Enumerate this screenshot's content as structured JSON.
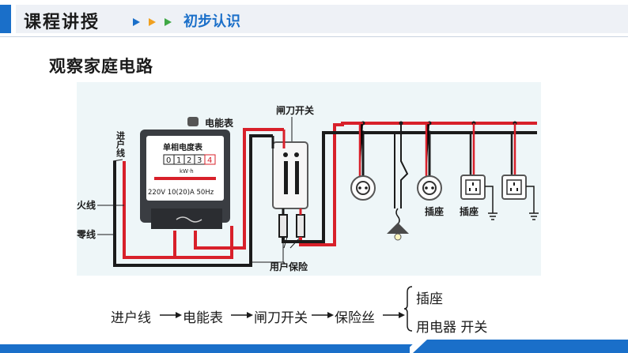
{
  "header": {
    "title": "课程讲授",
    "subtitle": "初步认识"
  },
  "section": {
    "title": "观察家庭电路"
  },
  "diagram": {
    "labels": {
      "incoming_line": "进户线",
      "live_wire": "火线",
      "neutral_wire": "零线",
      "meter": "电能表",
      "knife_switch": "闸刀开关",
      "household_fuse": "用户保险",
      "socket1": "插座",
      "socket2": "插座"
    },
    "meter_face": {
      "title": "单相电度表",
      "digits": [
        "0",
        "1",
        "2",
        "3",
        "4"
      ],
      "unit": "kW·h",
      "rating": "220V 10(20)A 50Hz"
    }
  },
  "flow": {
    "steps": [
      "进户线",
      "电能表",
      "闸刀开关",
      "保险丝"
    ],
    "branches": [
      "插座",
      "用电器 开关"
    ]
  },
  "colors": {
    "accent": "#1a6fc9",
    "live": "#d8202a",
    "neutral": "#1b1b1b"
  }
}
